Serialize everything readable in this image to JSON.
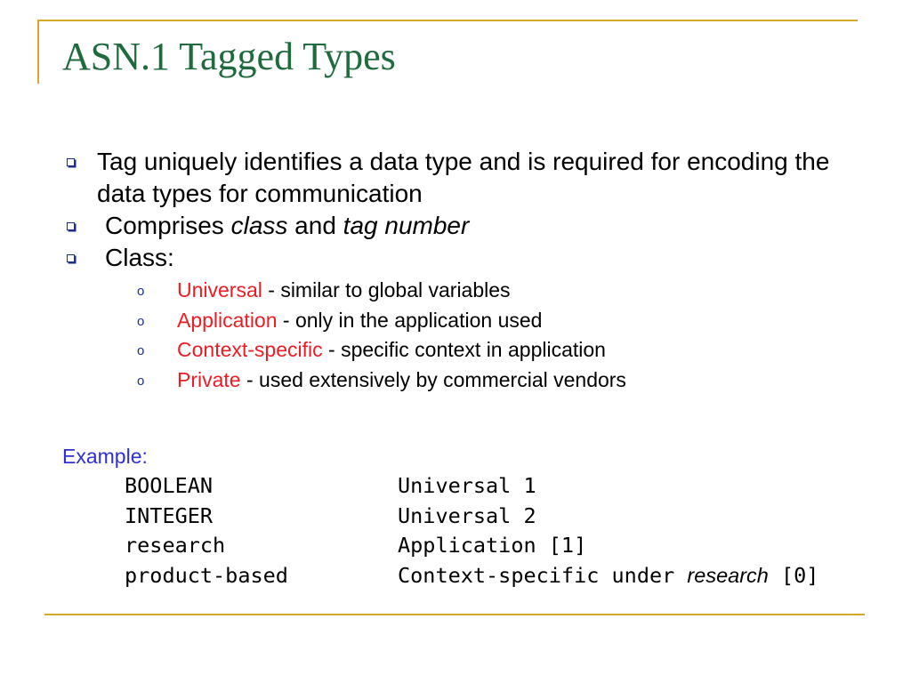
{
  "slide": {
    "title": "ASN.1 Tagged Types",
    "accent_color": "#d6a829",
    "title_color": "#1f6b3e"
  },
  "bullets": [
    {
      "text": "Tag uniquely identifies a data type and is required for encoding the data types for communication"
    },
    {
      "prefix": "Comprises ",
      "em1": "class",
      "middle": " and ",
      "em2": "tag number"
    },
    {
      "text": "Class:",
      "subitems": [
        {
          "term": "Universal",
          "desc": " - similar to global variables"
        },
        {
          "term": "Application",
          "desc": " - only in the application used"
        },
        {
          "term": "Context-specific",
          "desc": " - specific context in application"
        },
        {
          "term": "Private",
          "desc": " - used extensively by commercial vendors"
        }
      ]
    }
  ],
  "bullet_marker_icon": "square-outline-bullet-icon",
  "sub_marker": "o",
  "term_color": "#ee1c24",
  "example": {
    "label": "Example:",
    "label_color": "#2f2fd6",
    "rows": [
      {
        "type": "BOOLEAN",
        "tag": "Universal 1"
      },
      {
        "type": "INTEGER",
        "tag": "Universal 2"
      },
      {
        "type": "research",
        "tag": "Application [1]"
      },
      {
        "type": "product-based",
        "tag_prefix": "Context-specific under ",
        "tag_em": "research",
        "tag_suffix": " [0]"
      }
    ]
  }
}
